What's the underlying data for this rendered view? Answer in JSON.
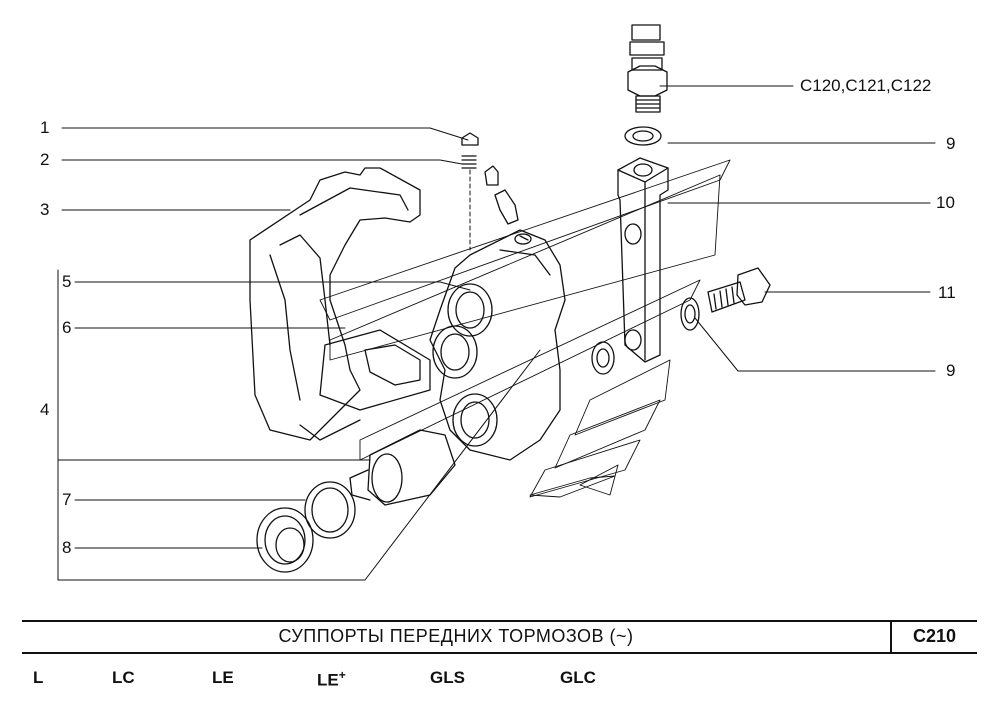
{
  "diagram": {
    "callouts": {
      "c1": "1",
      "c2": "2",
      "c3": "3",
      "c4": "4",
      "c5": "5",
      "c6": "6",
      "c7": "7",
      "c8": "8",
      "c9a": "9",
      "c9b": "9",
      "c10": "10",
      "c11": "11",
      "cref": "C120,C121,C122"
    }
  },
  "title_block": {
    "title": "СУППОРТЫ ПЕРЕДНИХ ТОРМОЗОВ (~)",
    "code": "C210"
  },
  "trim_levels": [
    "L",
    "LC",
    "LE",
    "LE",
    "GLS",
    "GLC"
  ],
  "trim_plus": "+"
}
